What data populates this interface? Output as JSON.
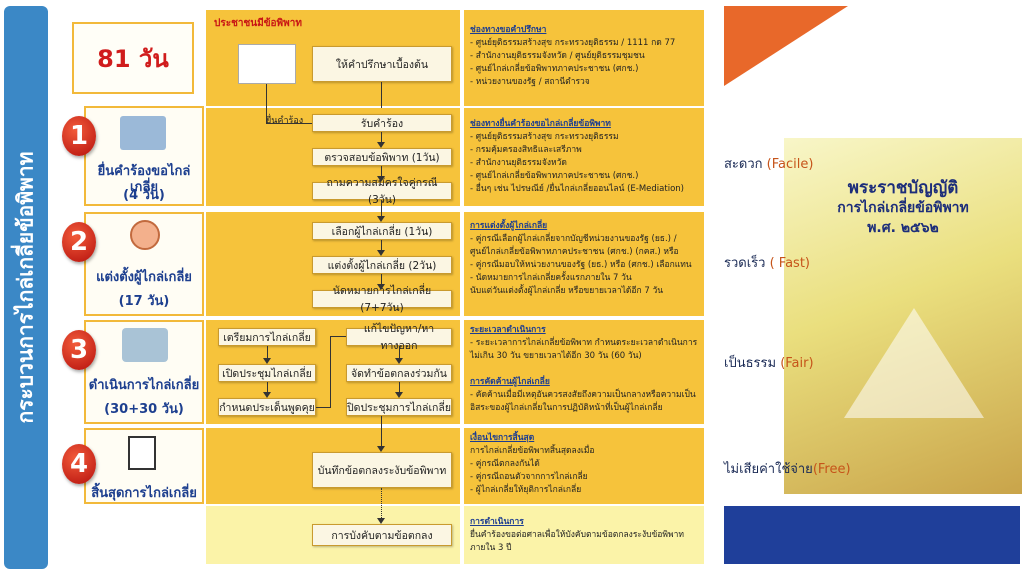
{
  "side_title": "กระบวนการไกล่เกลี่ยข้อพิพาท",
  "total_days": "81 วัน",
  "steps": [
    {
      "num": "1",
      "label": "ยื่นคำร้องขอไกล่เกลี่ย",
      "days": "(4 วัน)"
    },
    {
      "num": "2",
      "label": "แต่งตั้งผู้ไกล่เกลี่ย",
      "days": "(17  วัน)"
    },
    {
      "num": "3",
      "label": "ดำเนินการไกล่เกลี่ย",
      "days": "(30+30 วัน)"
    },
    {
      "num": "4",
      "label": "สิ้นสุดการไกล่เกลี่ย",
      "days": ""
    }
  ],
  "flow": {
    "top_label": "ประชาชนมีข้อพิพาท",
    "advice": "ให้คำปรึกษาเบื้องต้น",
    "submit_tag": "ยื่นคำร้อง",
    "s1": [
      "รับคำร้อง",
      "ตรวจสอบข้อพิพาท (1วัน)",
      "ถามความสมัครใจคู่กรณี (3วัน)"
    ],
    "s2": [
      "เลือกผู้ไกล่เกลี่ย (1วัน)",
      "แต่งตั้งผู้ไกล่เกลี่ย (2วัน)",
      "นัดหมายการไกล่เกลี่ย (7+7วัน)"
    ],
    "s3_left": [
      "เตรียมการไกล่เกลี่ย",
      "เปิดประชุมไกล่เกลี่ย",
      "กำหนดประเด็นพูดคุย"
    ],
    "s3_right": [
      "แก้ไขปัญหา/หาทางออก",
      "จัดทำข้อตกลงร่วมกัน",
      "ปิดประชุมการไกล่เกลี่ย"
    ],
    "s4": "บันทึกข้อตกลงระงับข้อพิพาท",
    "s5": "การบังคับตามข้อตกลง"
  },
  "info": {
    "consult": {
      "title": "ช่องทางขอคำปรึกษา",
      "items": [
        "- ศูนย์ยุติธรรมสร้างสุข กระทรวงยุติธรรม / 1111 กด 77",
        "- สำนักงานยุติธรรมจังหวัด / ศูนย์ยุติธรรมชุมชน",
        "- ศูนย์ไกล่เกลี่ยข้อพิพาทภาคประชาชน (ศกช.)",
        "- หน่วยงานของรัฐ / สถานีตำรวจ"
      ]
    },
    "submit": {
      "title": "ช่องทางยื่นคำร้องขอไกล่เกลี่ยข้อพิพาท",
      "items": [
        "- ศูนย์ยุติธรรมสร้างสุข กระทรวงยุติธรรม",
        "- กรมคุ้มครองสิทธิและเสรีภาพ",
        "- สำนักงานยุติธรรมจังหวัด",
        "- ศูนย์ไกล่เกลี่ยข้อพิพาทภาคประชาชน (ศกช.)",
        "- อื่นๆ เช่น ไปรษณีย์ /ยื่นไกล่เกลี่ยออนไลน์ (E-Mediation)"
      ]
    },
    "appoint": {
      "title": "การแต่งตั้งผู้ไกล่เกลี่ย",
      "items": [
        "- คู่กรณีเลือกผู้ไกล่เกลี่ยจากบัญชีหน่วยงานของรัฐ (ยธ.) /",
        "  ศูนย์ไกล่เกลี่ยข้อพิพาทภาคประชาชน (ศกช.) (กคส.) หรือ",
        "- คู่กรณีมอบให้หน่วยงานของรัฐ (ยธ.) หรือ (ศกช.) เลือกแทน",
        "- นัดหมายการไกล่เกลี่ยครั้งแรกภายใน 7 วัน",
        "  นับแต่วันแต่งตั้งผู้ไกล่เกลี่ย หรือขยายเวลาได้อีก 7 วัน"
      ]
    },
    "period": {
      "title": "ระยะเวลาดำเนินการ",
      "items": [
        "- ระยะเวลาการไกล่เกลี่ยข้อพิพาท กำหนดระยะเวลาดำเนินการ",
        "  ไม่เกิน 30 วัน ขยายเวลาได้อีก 30 วัน (60 วัน)"
      ]
    },
    "objection": {
      "title": "การคัดค้านผู้ไกล่เกลี่ย",
      "items": [
        "- คัดค้านเมื่อมีเหตุอันควรสงสัยถึงความเป็นกลางหรือความเป็น",
        "  อิสระของผู้ไกล่เกลี่ยในการปฏิบัติหน้าที่เป็นผู้ไกล่เกลี่ย"
      ]
    },
    "end": {
      "title": "เงื่อนไขการสิ้นสุด",
      "intro": "การไกล่เกลี่ยข้อพิพาทสิ้นสุดลงเมื่อ",
      "items": [
        "- คู่กรณีตกลงกันได้",
        "- คู่กรณีถอนตัวจากการไกล่เกลี่ย",
        "- ผู้ไกล่เกลี่ยให้ยุติการไกล่เกลี่ย"
      ]
    },
    "enforce": {
      "title": "การดำเนินการ",
      "items": [
        "ยื่นคำร้องขอต่อศาลเพื่อให้บังคับตามข้อตกลงระงับข้อพิพาท",
        "ภายใน 3 ปี"
      ]
    }
  },
  "benefits": [
    {
      "thai": "สะดวก",
      "eng": "(Facile)"
    },
    {
      "thai": "รวดเร็ว",
      "eng": "( Fast)"
    },
    {
      "thai": "เป็นธรรม",
      "eng": "(Fair)"
    },
    {
      "thai": "ไม่เสียค่าใช้จ่าย",
      "eng": "(Free)"
    }
  ],
  "cover": {
    "line1": "พระราชบัญญัติ",
    "line2": "การไกล่เกลี่ยข้อพิพาท",
    "line3": "พ.ศ. ๒๕๖๒"
  },
  "colors": {
    "accent": "#f6c33b",
    "side": "#3b88c6",
    "badge": "#d01c1c",
    "navy": "#1c3d91"
  }
}
